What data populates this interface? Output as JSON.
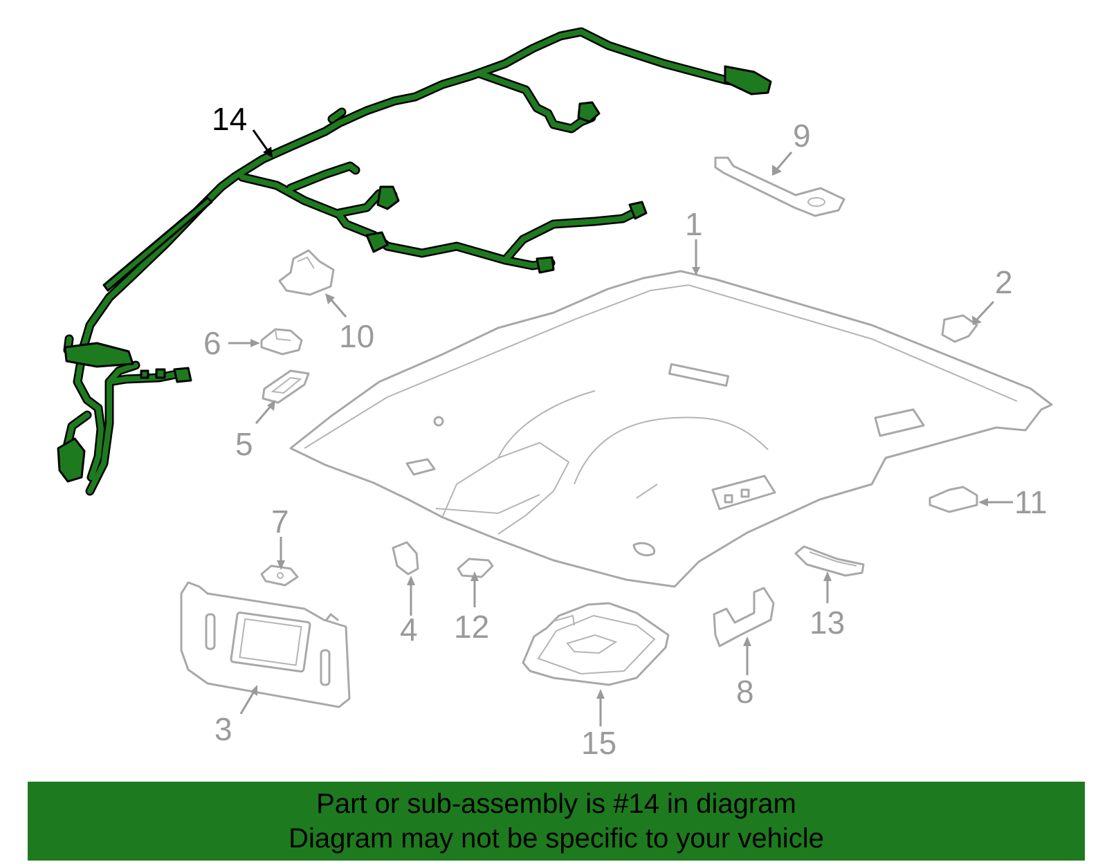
{
  "diagram": {
    "highlighted_part": "14",
    "callouts": [
      {
        "id": "1",
        "label": "1"
      },
      {
        "id": "2",
        "label": "2"
      },
      {
        "id": "3",
        "label": "3"
      },
      {
        "id": "4",
        "label": "4"
      },
      {
        "id": "5",
        "label": "5"
      },
      {
        "id": "6",
        "label": "6"
      },
      {
        "id": "7",
        "label": "7"
      },
      {
        "id": "8",
        "label": "8"
      },
      {
        "id": "9",
        "label": "9"
      },
      {
        "id": "10",
        "label": "10"
      },
      {
        "id": "11",
        "label": "11"
      },
      {
        "id": "12",
        "label": "12"
      },
      {
        "id": "13",
        "label": "13"
      },
      {
        "id": "14",
        "label": "14"
      },
      {
        "id": "15",
        "label": "15"
      }
    ]
  },
  "colors": {
    "highlight": "#1e7a1e",
    "banner_background": "#1e7a1e",
    "part_outline": "#a8a8a8",
    "callout_text": "#9a9a9a",
    "highlight_callout_text": "#000000"
  },
  "banner": {
    "line1": "Part or sub-assembly is #14 in diagram",
    "line2": "Diagram may not be specific to your vehicle"
  }
}
